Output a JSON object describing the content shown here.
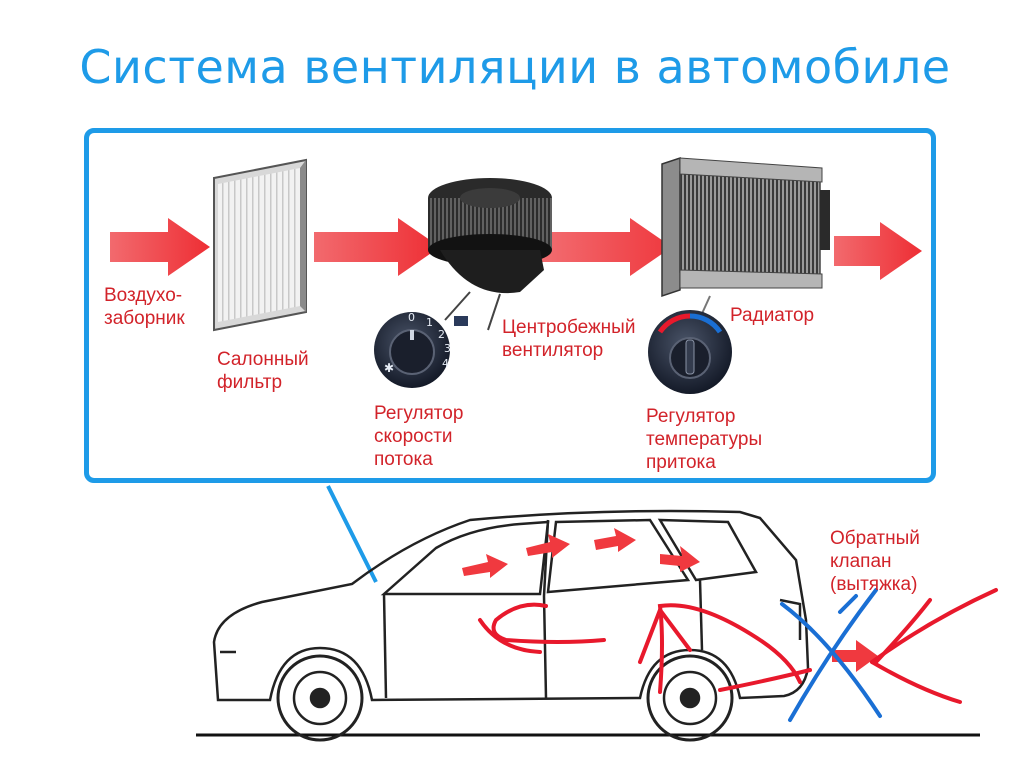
{
  "title": "Система вентиляции в автомобиле",
  "colors": {
    "title": "#1e9be8",
    "panel_border": "#1e9be8",
    "label": "#d2232a",
    "arrow": "#f0393f",
    "marker_red": "#e8192c",
    "marker_blue": "#1a6fd4"
  },
  "labels": {
    "air_intake": [
      "Воздухо-",
      "заборник"
    ],
    "cabin_filter": [
      "Салонный",
      "фильтр"
    ],
    "blower_fan": [
      "Центробежный",
      "вентилятор"
    ],
    "radiator": [
      "Радиатор"
    ],
    "speed_regulator": [
      "Регулятор",
      "скорости",
      "потока"
    ],
    "temp_regulator": [
      "Регулятор",
      "температуры",
      "притока"
    ],
    "check_valve": [
      "Обратный",
      "клапан",
      "(вытяжка)"
    ]
  },
  "speed_knob": {
    "marks": [
      "0",
      "1",
      "2",
      "3",
      "4"
    ]
  },
  "icons": [
    "cabin-filter-icon",
    "blower-fan-icon",
    "radiator-icon",
    "speed-knob-icon",
    "temp-knob-icon",
    "car-icon"
  ]
}
